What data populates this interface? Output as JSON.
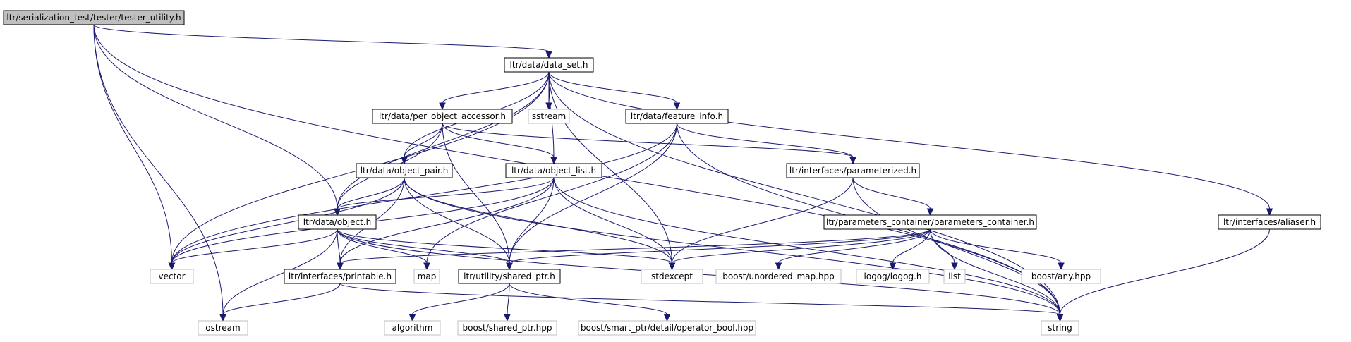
{
  "colors": {
    "edge": "#191970",
    "root_fill": "#bfbfbf",
    "node_fill": "#ffffff",
    "node_border": "#000000",
    "external_border": "#bfbfbf"
  },
  "nodes": {
    "tester_utility": {
      "label": "ltr/serialization_test/tester/tester_utility.h",
      "kind": "root"
    },
    "data_set": {
      "label": "ltr/data/data_set.h",
      "kind": "file"
    },
    "per_object_accessor": {
      "label": "ltr/data/per_object_accessor.h",
      "kind": "file"
    },
    "sstream": {
      "label": "sstream",
      "kind": "external"
    },
    "feature_info": {
      "label": "ltr/data/feature_info.h",
      "kind": "file"
    },
    "object_pair": {
      "label": "ltr/data/object_pair.h",
      "kind": "file"
    },
    "object_list": {
      "label": "ltr/data/object_list.h",
      "kind": "file"
    },
    "parameterized": {
      "label": "ltr/interfaces/parameterized.h",
      "kind": "file"
    },
    "object": {
      "label": "ltr/data/object.h",
      "kind": "file"
    },
    "parameters_container": {
      "label": "ltr/parameters_container/parameters_container.h",
      "kind": "file"
    },
    "aliaser": {
      "label": "ltr/interfaces/aliaser.h",
      "kind": "file"
    },
    "vector": {
      "label": "vector",
      "kind": "external"
    },
    "printable": {
      "label": "ltr/interfaces/printable.h",
      "kind": "file"
    },
    "map": {
      "label": "map",
      "kind": "external"
    },
    "shared_ptr": {
      "label": "ltr/utility/shared_ptr.h",
      "kind": "file"
    },
    "stdexcept": {
      "label": "stdexcept",
      "kind": "external"
    },
    "unordered_map": {
      "label": "boost/unordered_map.hpp",
      "kind": "external"
    },
    "logog": {
      "label": "logog/logog.h",
      "kind": "external"
    },
    "list": {
      "label": "list",
      "kind": "external"
    },
    "boost_any": {
      "label": "boost/any.hpp",
      "kind": "external"
    },
    "ostream": {
      "label": "ostream",
      "kind": "external"
    },
    "algorithm": {
      "label": "algorithm",
      "kind": "external"
    },
    "boost_shared_ptr": {
      "label": "boost/shared_ptr.hpp",
      "kind": "external"
    },
    "operator_bool": {
      "label": "boost/smart_ptr/detail/operator_bool.hpp",
      "kind": "external"
    },
    "string": {
      "label": "string",
      "kind": "external"
    }
  },
  "edges": [
    [
      "tester_utility",
      "data_set"
    ],
    [
      "tester_utility",
      "object"
    ],
    [
      "tester_utility",
      "vector"
    ],
    [
      "tester_utility",
      "ostream"
    ],
    [
      "tester_utility",
      "string"
    ],
    [
      "data_set",
      "per_object_accessor"
    ],
    [
      "data_set",
      "sstream"
    ],
    [
      "data_set",
      "feature_info"
    ],
    [
      "data_set",
      "object_pair"
    ],
    [
      "data_set",
      "object_list"
    ],
    [
      "data_set",
      "object"
    ],
    [
      "data_set",
      "aliaser"
    ],
    [
      "data_set",
      "vector"
    ],
    [
      "data_set",
      "stdexcept"
    ],
    [
      "data_set",
      "string"
    ],
    [
      "per_object_accessor",
      "object_pair"
    ],
    [
      "per_object_accessor",
      "object_list"
    ],
    [
      "per_object_accessor",
      "parameterized"
    ],
    [
      "per_object_accessor",
      "object"
    ],
    [
      "per_object_accessor",
      "shared_ptr"
    ],
    [
      "feature_info",
      "parameterized"
    ],
    [
      "feature_info",
      "vector"
    ],
    [
      "feature_info",
      "map"
    ],
    [
      "feature_info",
      "shared_ptr"
    ],
    [
      "feature_info",
      "string"
    ],
    [
      "object_pair",
      "object"
    ],
    [
      "object_pair",
      "vector"
    ],
    [
      "object_pair",
      "printable"
    ],
    [
      "object_pair",
      "shared_ptr"
    ],
    [
      "object_pair",
      "stdexcept"
    ],
    [
      "object_pair",
      "string"
    ],
    [
      "object_list",
      "object"
    ],
    [
      "object_list",
      "vector"
    ],
    [
      "object_list",
      "printable"
    ],
    [
      "object_list",
      "shared_ptr"
    ],
    [
      "object_list",
      "stdexcept"
    ],
    [
      "object_list",
      "string"
    ],
    [
      "parameterized",
      "parameters_container"
    ],
    [
      "parameterized",
      "stdexcept"
    ],
    [
      "parameterized",
      "string"
    ],
    [
      "object",
      "vector"
    ],
    [
      "object",
      "printable"
    ],
    [
      "object",
      "map"
    ],
    [
      "object",
      "shared_ptr"
    ],
    [
      "object",
      "stdexcept"
    ],
    [
      "object",
      "ostream"
    ],
    [
      "object",
      "string"
    ],
    [
      "parameters_container",
      "printable"
    ],
    [
      "parameters_container",
      "shared_ptr"
    ],
    [
      "parameters_container",
      "stdexcept"
    ],
    [
      "parameters_container",
      "unordered_map"
    ],
    [
      "parameters_container",
      "logog"
    ],
    [
      "parameters_container",
      "list"
    ],
    [
      "parameters_container",
      "boost_any"
    ],
    [
      "parameters_container",
      "string"
    ],
    [
      "aliaser",
      "string"
    ],
    [
      "printable",
      "ostream"
    ],
    [
      "printable",
      "string"
    ],
    [
      "shared_ptr",
      "algorithm"
    ],
    [
      "shared_ptr",
      "boost_shared_ptr"
    ],
    [
      "shared_ptr",
      "operator_bool"
    ]
  ]
}
